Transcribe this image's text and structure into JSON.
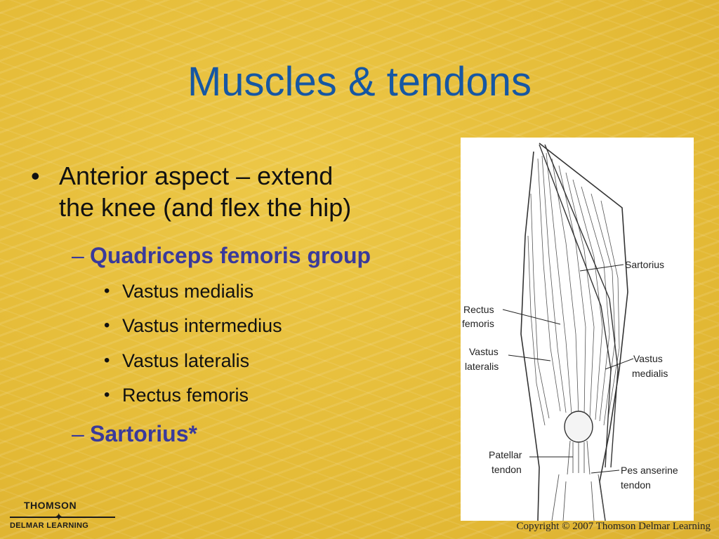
{
  "slide": {
    "title": "Muscles & tendons",
    "bullets": {
      "main": {
        "marker": "•",
        "line1": "Anterior aspect – extend",
        "line2": "the knee (and flex the hip)"
      },
      "group": {
        "marker": "–",
        "label": "Quadriceps femoris group",
        "items": [
          "Vastus medialis",
          "Vastus intermedius",
          "Vastus lateralis",
          "Rectus femoris"
        ],
        "item_marker": "•"
      },
      "sartorius": {
        "marker": "–",
        "label": "Sartorius*"
      }
    }
  },
  "figure": {
    "labels": {
      "sartorius": "Sartorius",
      "rectus_line1": "Rectus",
      "rectus_line2": "femoris",
      "vastus_lat_line1": "Vastus",
      "vastus_lat_line2": "lateralis",
      "vastus_med_line1": "Vastus",
      "vastus_med_line2": "medialis",
      "patellar_line1": "Patellar",
      "patellar_line2": "tendon",
      "pes_line1": "Pes anserine",
      "pes_line2": "tendon"
    }
  },
  "footer": {
    "logo_top": "THOMSON",
    "logo_star": "✦",
    "logo_bottom": "DELMAR LEARNING",
    "copyright": "Copyright © 2007 Thomson Delmar Learning"
  },
  "colors": {
    "background": "#e6bd3e",
    "title": "#1657a3",
    "sub_heading": "#3a3a9b",
    "body_text": "#111111"
  }
}
